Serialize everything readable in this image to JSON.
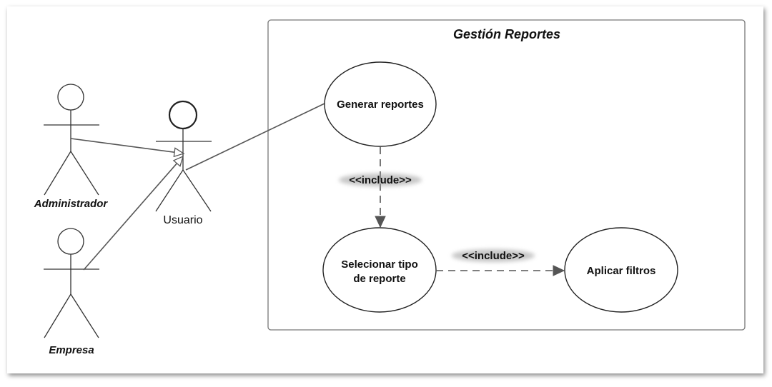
{
  "system": {
    "title": "Gestión Reportes"
  },
  "actors": {
    "administrador": "Administrador",
    "empresa": "Empresa",
    "usuario": "Usuario"
  },
  "use_cases": {
    "generar": "Generar reportes",
    "seleccionar_line1": "Selecionar tipo",
    "seleccionar_line2": "de reporte",
    "aplicar": "Aplicar filtros"
  },
  "relations": {
    "include_1": "<<include>>",
    "include_2": "<<include>>"
  }
}
